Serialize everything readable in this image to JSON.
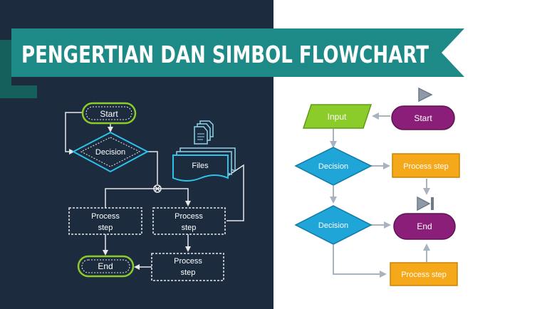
{
  "banner": {
    "title": "PENGERTIAN DAN SIMBOL FLOWCHART"
  },
  "left_diagram": {
    "start": "Start",
    "decision": "Decision",
    "files": "Files",
    "process_left": [
      "Process",
      "step"
    ],
    "process_right": [
      "Process",
      "step"
    ],
    "process_bottom": [
      "Process",
      "step"
    ],
    "end": "End"
  },
  "right_diagram": {
    "input": "Input",
    "start": "Start",
    "decision_top": "Decision",
    "process_top": "Process step",
    "decision_bottom": "Decision",
    "end": "End",
    "process_bottom": "Process step"
  },
  "colors": {
    "navy": "#1c2b3e",
    "teal": "#1e8a87",
    "green": "#8ccc2a",
    "purple": "#8a1e78",
    "blue": "#1fa5d8",
    "orange": "#f5a81a"
  }
}
